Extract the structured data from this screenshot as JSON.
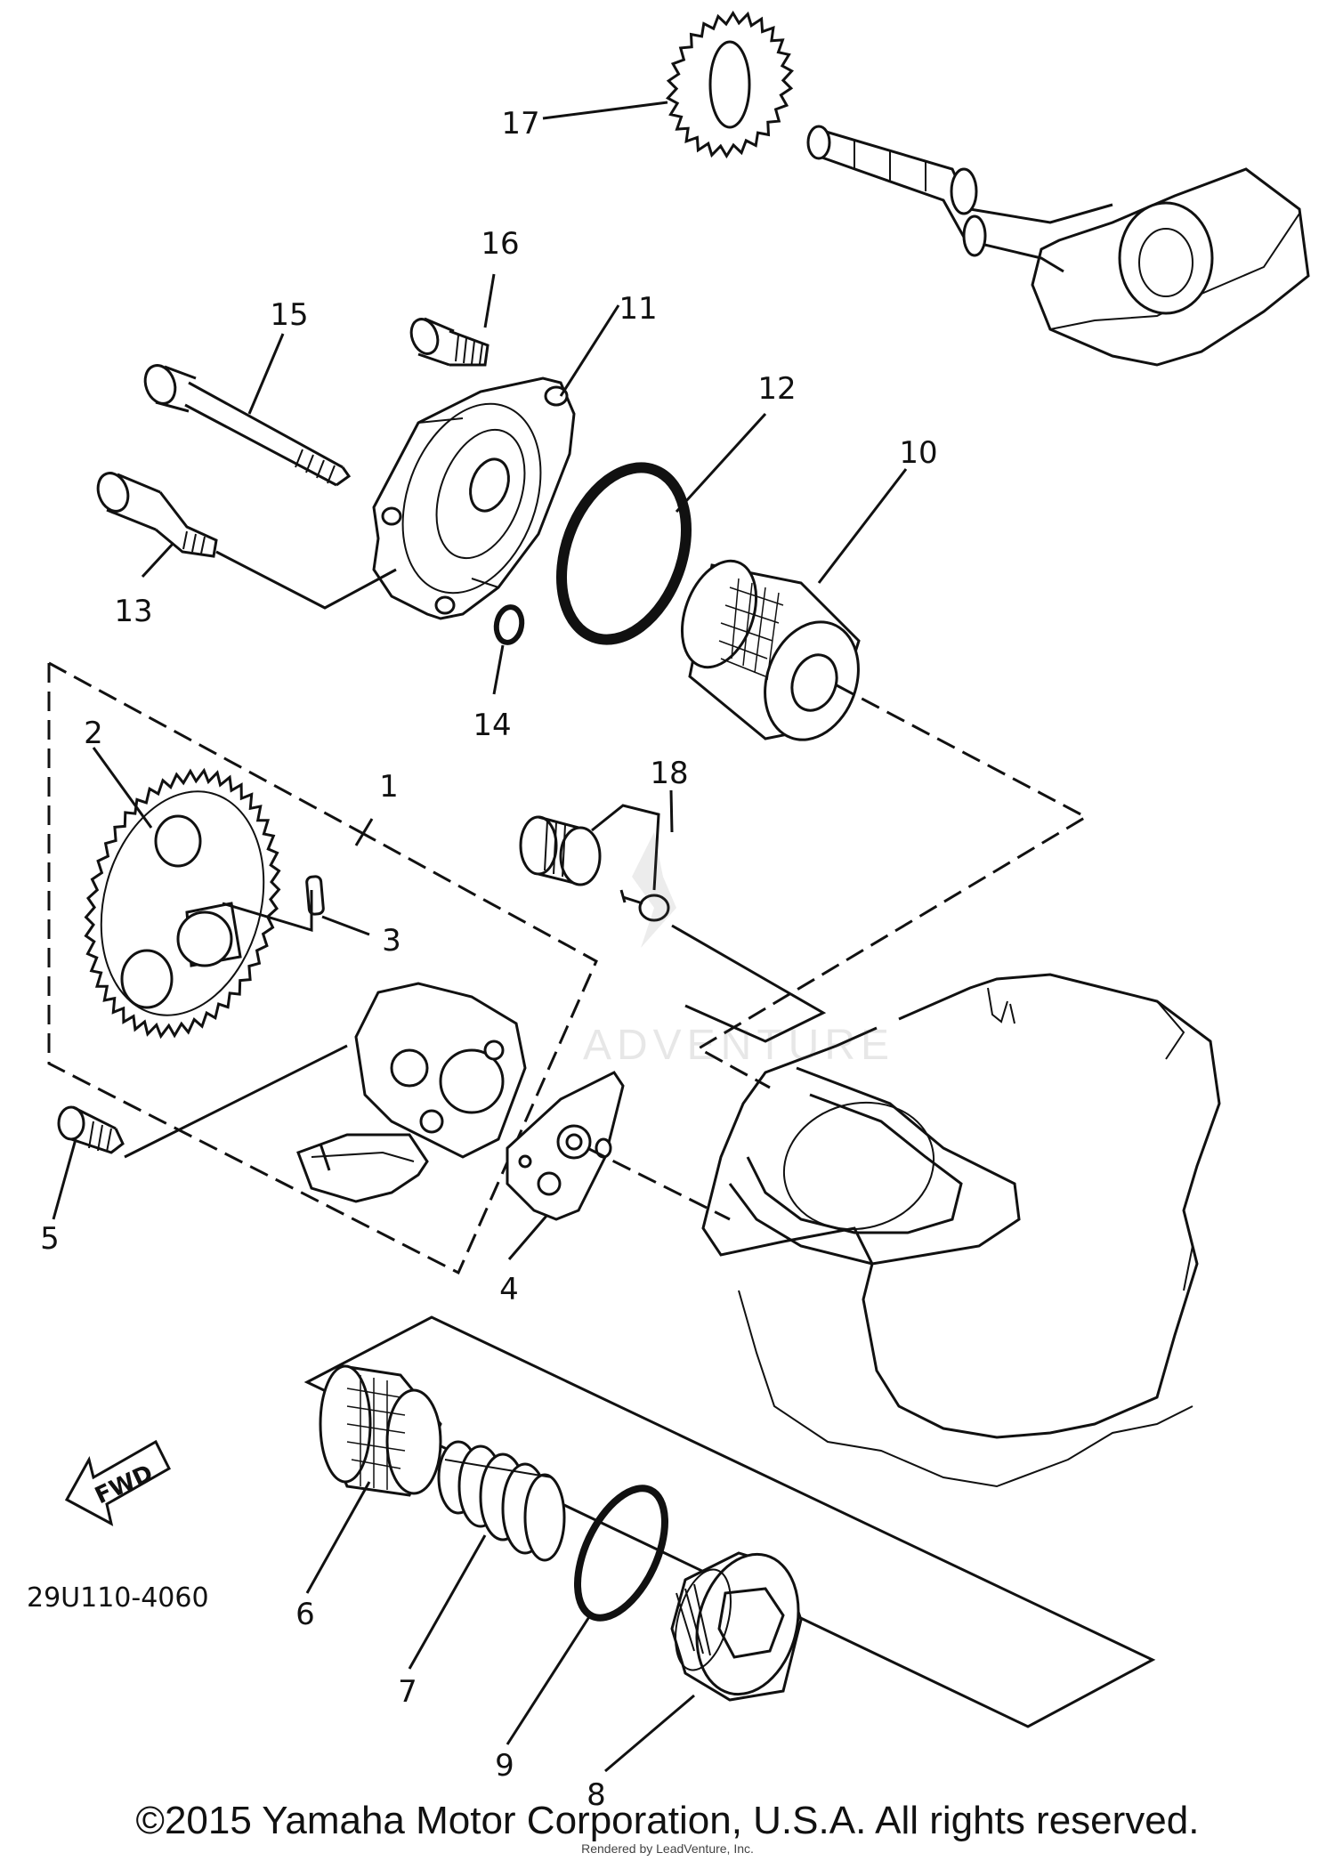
{
  "diagram": {
    "callouts": [
      "1",
      "2",
      "3",
      "4",
      "5",
      "6",
      "7",
      "8",
      "9",
      "10",
      "11",
      "12",
      "13",
      "14",
      "15",
      "16",
      "17",
      "18"
    ],
    "diagram_code": "29U110-4060",
    "direction_label": "FWD",
    "watermark_brand": "ADVENTURE",
    "copyright": "©2015 Yamaha Motor Corporation, U.S.A. All rights reserved.",
    "render_credit": "Rendered by LeadVenture, Inc."
  }
}
